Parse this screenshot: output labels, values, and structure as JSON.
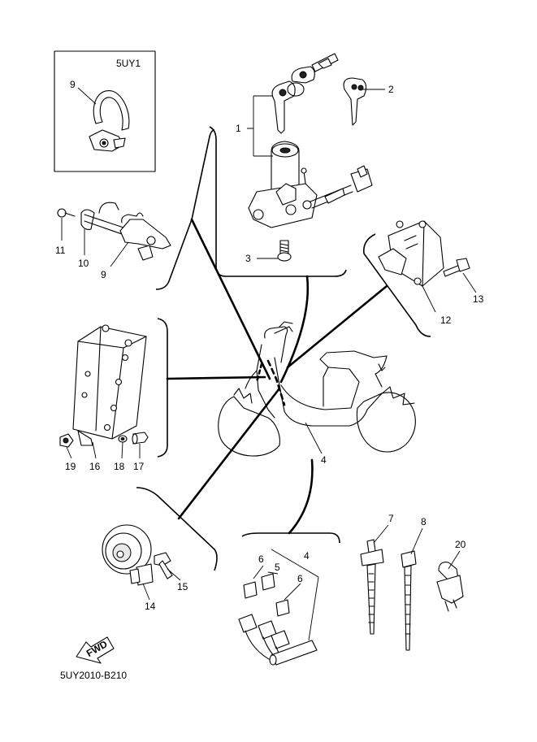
{
  "diagram": {
    "inset_title": "5UY1",
    "drawing_code": "5UY2010-B210",
    "direction_arrow_text": "FWD",
    "callouts": [
      {
        "id": "1",
        "label": "1"
      },
      {
        "id": "2",
        "label": "2"
      },
      {
        "id": "3",
        "label": "3"
      },
      {
        "id": "4a",
        "label": "4"
      },
      {
        "id": "4b",
        "label": "4"
      },
      {
        "id": "5",
        "label": "5"
      },
      {
        "id": "6a",
        "label": "6"
      },
      {
        "id": "6b",
        "label": "6"
      },
      {
        "id": "7",
        "label": "7"
      },
      {
        "id": "8",
        "label": "8"
      },
      {
        "id": "9a",
        "label": "9"
      },
      {
        "id": "9b",
        "label": "9"
      },
      {
        "id": "10",
        "label": "10"
      },
      {
        "id": "11",
        "label": "11"
      },
      {
        "id": "12",
        "label": "12"
      },
      {
        "id": "13",
        "label": "13"
      },
      {
        "id": "14",
        "label": "14"
      },
      {
        "id": "15",
        "label": "15"
      },
      {
        "id": "16",
        "label": "16"
      },
      {
        "id": "17",
        "label": "17"
      },
      {
        "id": "18",
        "label": "18"
      },
      {
        "id": "19",
        "label": "19"
      },
      {
        "id": "20",
        "label": "20"
      }
    ]
  }
}
